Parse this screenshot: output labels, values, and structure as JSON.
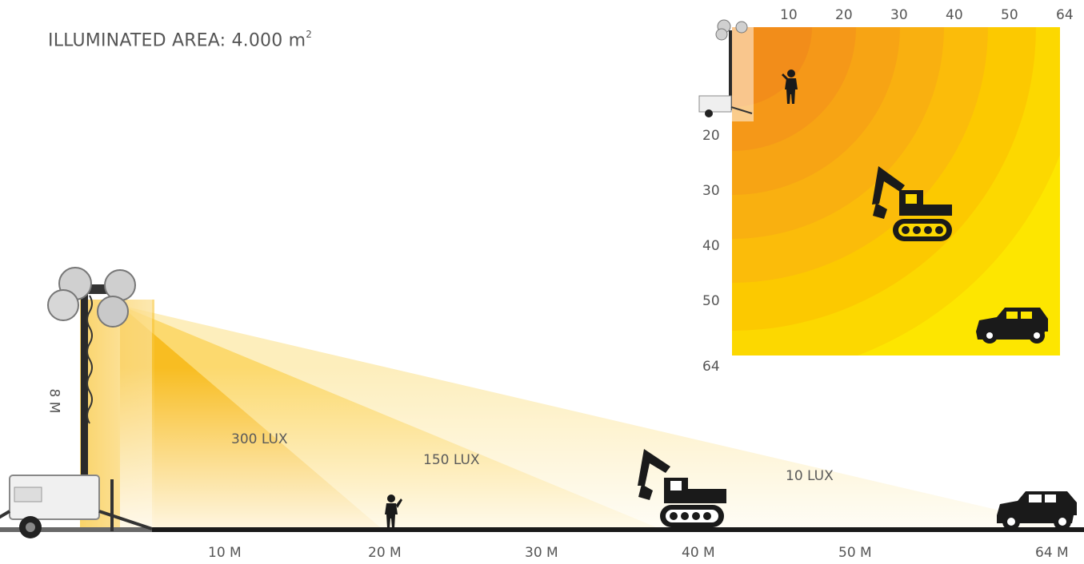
{
  "header": {
    "title": "ILLUMINATED AREA: 4.000 m",
    "title_sup": "2"
  },
  "side_view": {
    "height_label": "8 M",
    "distance_labels": [
      "10 M",
      "20 M",
      "30 M",
      "40 M",
      "50 M",
      "64 M"
    ],
    "zones": [
      {
        "label": "300 LUX",
        "color": "#f8b90e"
      },
      {
        "label": "150 LUX",
        "color": "#fcd35a"
      },
      {
        "label": "10 LUX",
        "color": "#fde9a8"
      }
    ],
    "objects": [
      "light-tower",
      "person",
      "excavator",
      "car"
    ]
  },
  "top_view": {
    "x_ticks": [
      "10",
      "20",
      "30",
      "40",
      "50",
      "64"
    ],
    "y_ticks": [
      "20",
      "30",
      "40",
      "50",
      "64"
    ],
    "colors": {
      "near": "#f08a1c",
      "far": "#fde600"
    },
    "objects": [
      "light-tower",
      "person",
      "excavator",
      "car"
    ]
  }
}
